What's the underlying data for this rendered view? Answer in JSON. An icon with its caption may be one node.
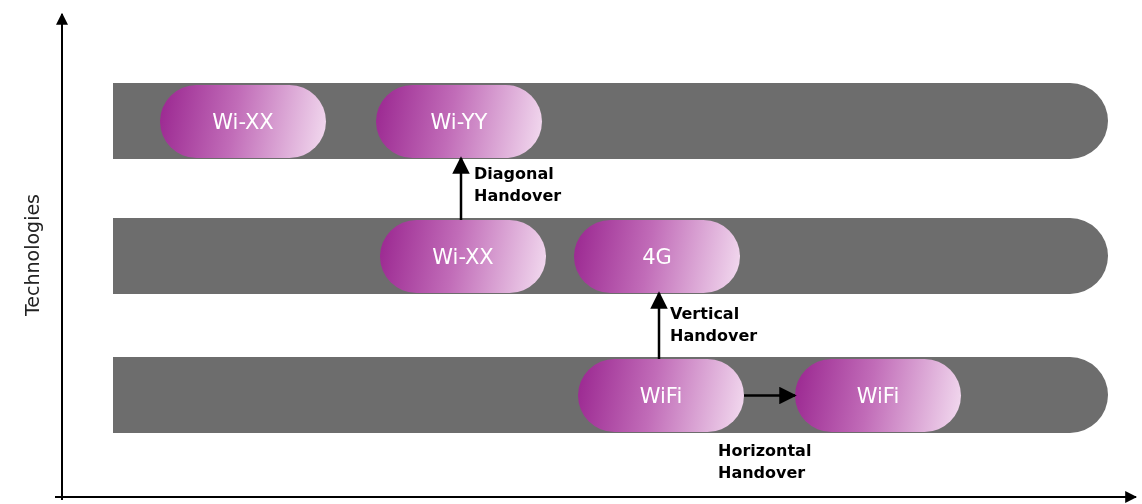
{
  "diagram": {
    "nodes": [
      {
        "text": [],
        "shape": "bar"
      },
      {
        "text": [
          "Wi-XX"
        ],
        "in": 0
      },
      {
        "text": [
          "Wi-YY"
        ],
        "in": 0
      },
      {
        "text": [],
        "shape": "bar"
      },
      {
        "text": [
          "Wi-XX"
        ],
        "in": 3
      },
      {
        "text": [
          "4G"
        ],
        "in": 3
      },
      {
        "text": [],
        "shape": "bar"
      },
      {
        "text": [
          "WiFi"
        ],
        "in": 6
      },
      {
        "text": [
          "WiFi"
        ],
        "in": 6
      }
    ],
    "edges": [
      {
        "from": 4,
        "to": 2,
        "arrow": "to",
        "label": "Diagonal Handover"
      },
      {
        "from": 7,
        "to": 5,
        "arrow": "to",
        "label": "Vertical Handover"
      },
      {
        "from": 7,
        "to": 8,
        "arrow": "to",
        "label": "Horizontal Handover"
      }
    ],
    "labels": [
      "Technologies"
    ]
  }
}
